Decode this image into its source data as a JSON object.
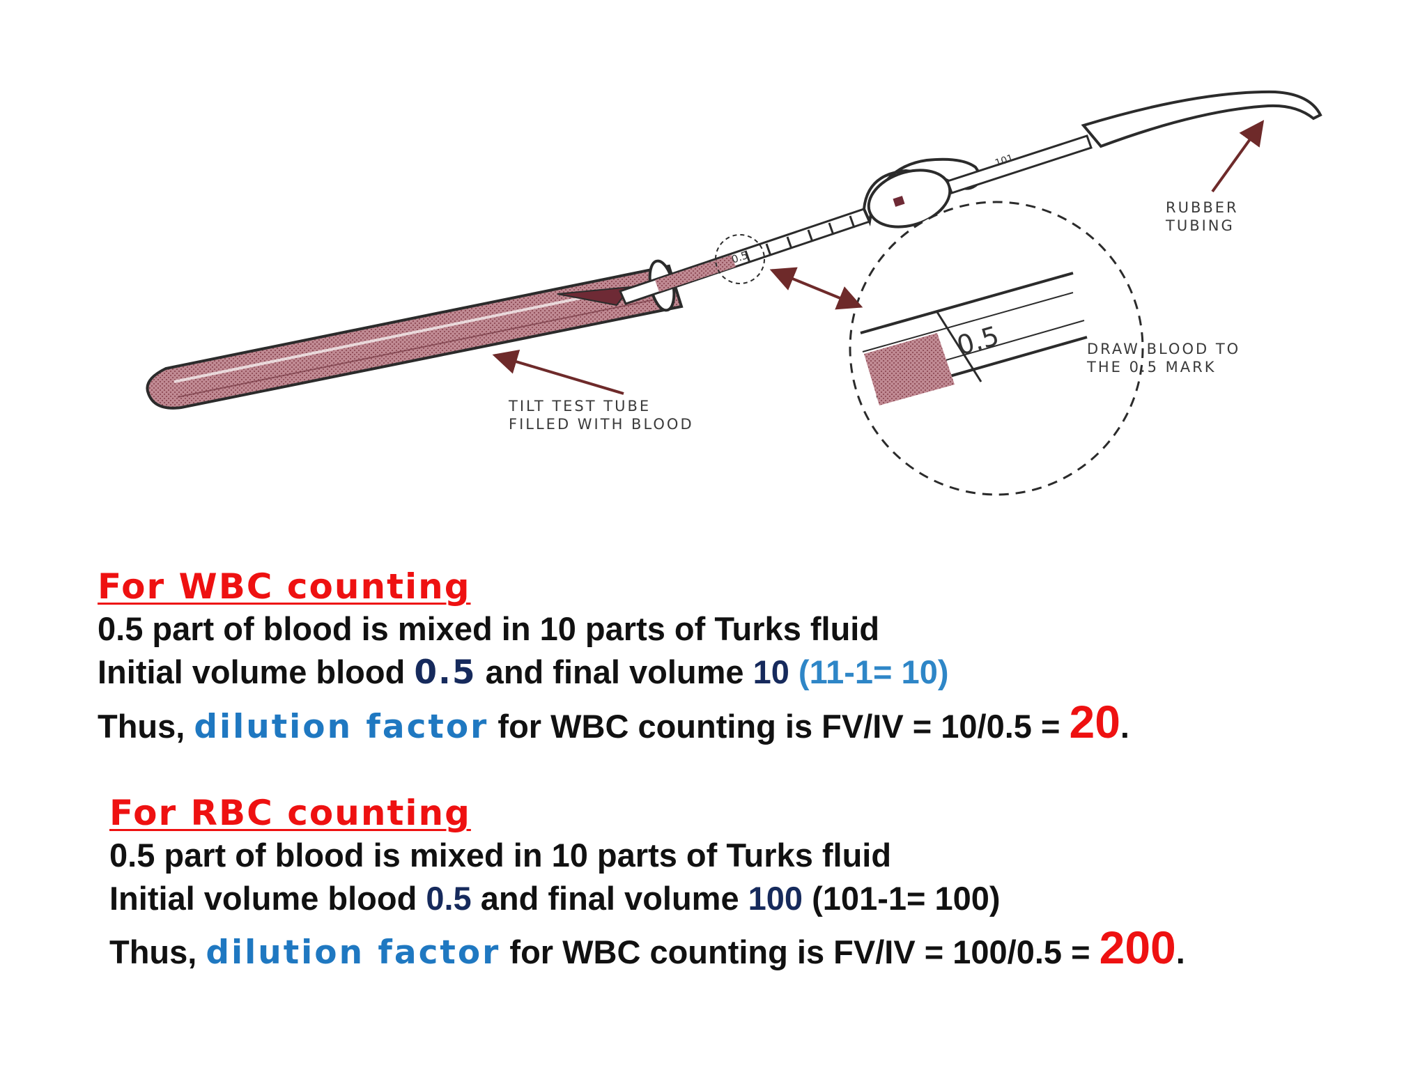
{
  "diagram": {
    "labels": {
      "rubber_tubing": [
        "RUBBER",
        "TUBING"
      ],
      "draw_blood": [
        "DRAW BLOOD TO",
        "THE 0.5 MARK"
      ],
      "tilt_tube": [
        "TILT TEST TUBE",
        "FILLED WITH BLOOD"
      ]
    },
    "pipette_marks": {
      "mark_05": "0.5",
      "mark_101": "101"
    },
    "zoom_mark": "0.5",
    "colors": {
      "blood": "#b5737e",
      "outline": "#2b2b2b",
      "arrow": "#6e2a2a"
    }
  },
  "wbc": {
    "heading": "For WBC counting",
    "line1": "0.5 part of blood is mixed in 10 parts of Turks fluid",
    "line2_a": "Initial volume blood ",
    "line2_iv": "0.5",
    "line2_b": "  and final volume ",
    "line2_fv": "10",
    "line2_c": " (11-1= 10)",
    "line3_a": "Thus, ",
    "line3_df": "dilution factor",
    "line3_b": " for WBC counting is  FV/IV = 10/0.5 = ",
    "line3_result": "20",
    "line3_end": "."
  },
  "rbc": {
    "heading": "For RBC counting",
    "line1": "0.5 part of blood is mixed in 10 parts of Turks fluid",
    "line2_a": "Initial volume blood ",
    "line2_iv": "0.5",
    "line2_b": "  and final volume ",
    "line2_fv": "100",
    "line2_c": " (101-1= 100)",
    "line3_a": "Thus, ",
    "line3_df": "dilution factor",
    "line3_b": " for WBC counting is  FV/IV = 100/0.5 = ",
    "line3_result": "200",
    "line3_end": "."
  },
  "colors": {
    "heading_red": "#ee1111",
    "navy": "#162a5c",
    "blue": "#1f78c1",
    "light_blue": "#2e86c7"
  }
}
